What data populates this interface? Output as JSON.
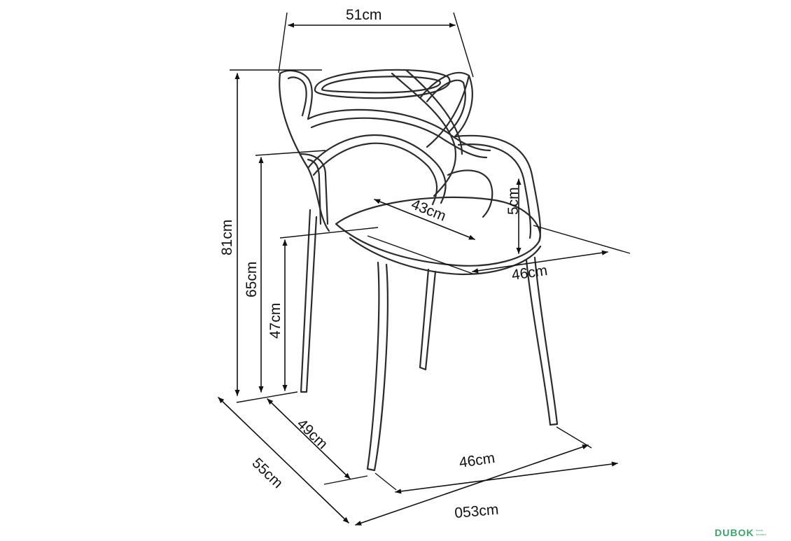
{
  "dimensions": {
    "top_width": "51cm",
    "total_height": "81cm",
    "armrest_height": "65cm",
    "seat_height": "47cm",
    "seat_depth": "43cm",
    "armrest_above_seat": "5cm",
    "seat_width": "46cm",
    "base_depth_inner": "49cm",
    "base_depth_outer": "55cm",
    "base_width_inner": "46cm",
    "base_width_outer": "053cm"
  },
  "watermark": {
    "brand": "DUBOK",
    "tagline_1": "home",
    "tagline_2": "furniture",
    "color": "#3aa86a"
  }
}
